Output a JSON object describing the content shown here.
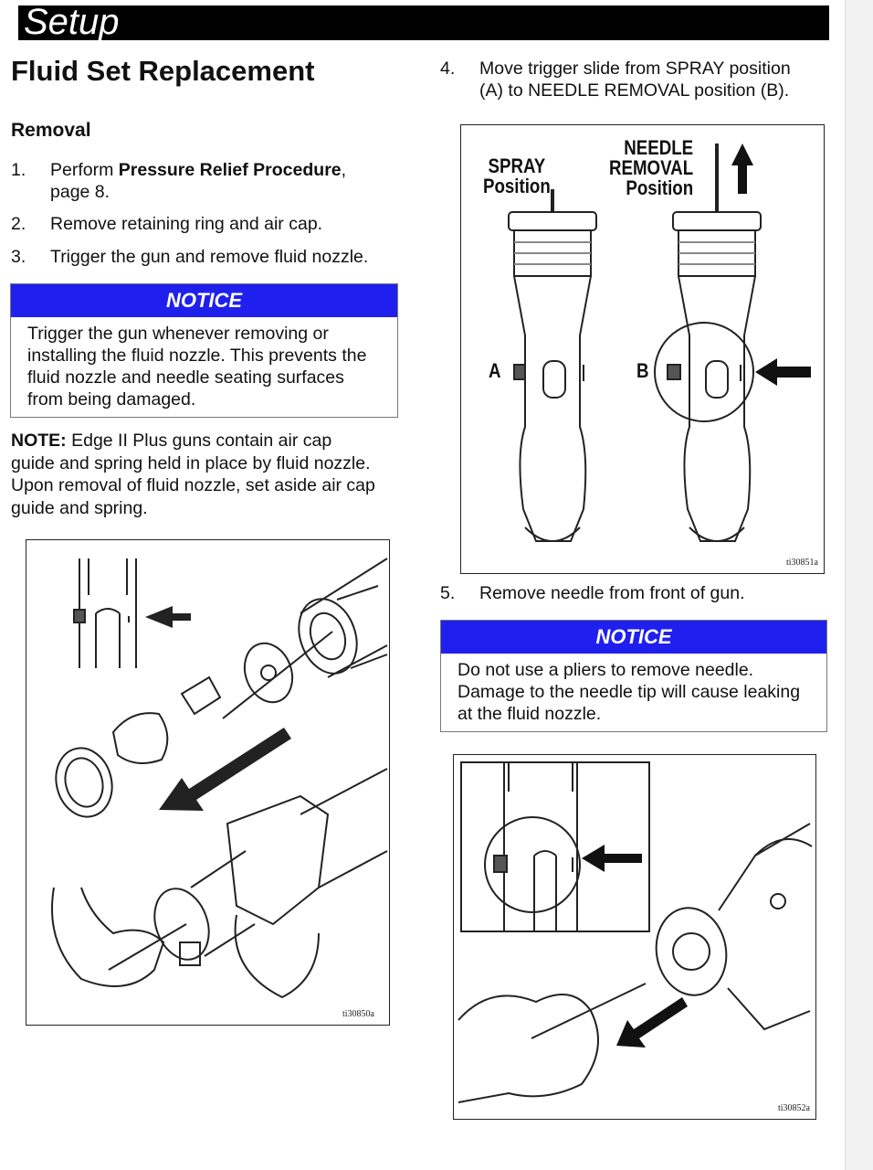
{
  "header": {
    "title": "Setup"
  },
  "page_title": "Fluid Set Replacement",
  "removal": {
    "heading": "Removal",
    "steps": [
      {
        "num": "1.",
        "pre": "Perform ",
        "bold": "Pressure Relief Procedure",
        "post": ",",
        "line2": "page 8."
      },
      {
        "num": "2.",
        "text": "Remove retaining ring and air cap."
      },
      {
        "num": "3.",
        "text": "Trigger the gun and remove fluid nozzle."
      }
    ]
  },
  "notice1": {
    "title": "NOTICE",
    "lines": [
      "Trigger the gun whenever removing or",
      "installing the fluid nozzle. This prevents the",
      "fluid nozzle and needle seating surfaces",
      "from being damaged."
    ]
  },
  "note": {
    "label": "NOTE:",
    "first": " Edge II Plus guns contain air cap",
    "lines": [
      "guide and spring held in place by fluid nozzle.",
      "Upon removal of fluid nozzle, set aside air cap",
      "guide and spring."
    ]
  },
  "figure1": {
    "code": "ti30850a"
  },
  "step4": {
    "num": "4.",
    "line1": "Move trigger slide from SPRAY position",
    "line2": "(A) to NEEDLE REMOVAL position (B)."
  },
  "figure2": {
    "code": "ti30851a",
    "spray_label": [
      "SPRAY",
      "Position"
    ],
    "needle_label": [
      "NEEDLE",
      "REMOVAL",
      "Position"
    ],
    "label_a": "A",
    "label_b": "B"
  },
  "step5": {
    "num": "5.",
    "text": "Remove needle from front of gun."
  },
  "notice2": {
    "title": "NOTICE",
    "lines": [
      "Do not use a pliers to remove needle.",
      "Damage to the needle tip will cause leaking",
      "at the fluid nozzle."
    ]
  },
  "figure3": {
    "code": "ti30852a"
  },
  "colors": {
    "notice_header": "#2020ee",
    "header_bar": "#000000"
  }
}
